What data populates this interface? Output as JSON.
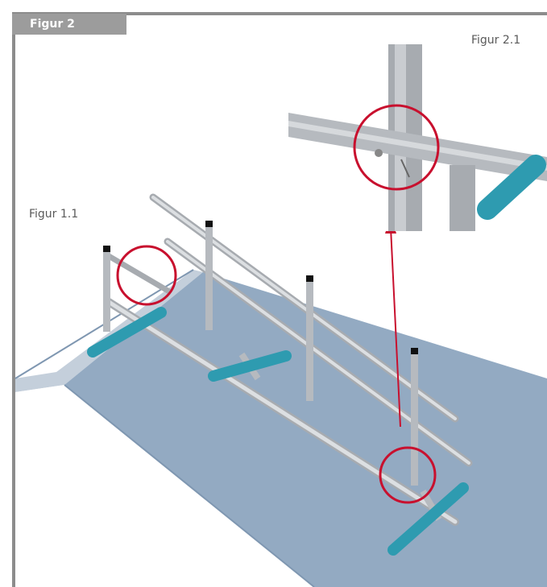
{
  "figure": {
    "tab_label": "Figur 2",
    "detail_label": "Figur 2.1",
    "overview_label": "Figur 1.1"
  },
  "colors": {
    "frame": "#8c8c8c",
    "deck": "#93aac2",
    "deck_edge": "#7f97b1",
    "rail": "#c9ccd0",
    "tube": "#2e9bb0",
    "highlight": "#c8102e"
  }
}
